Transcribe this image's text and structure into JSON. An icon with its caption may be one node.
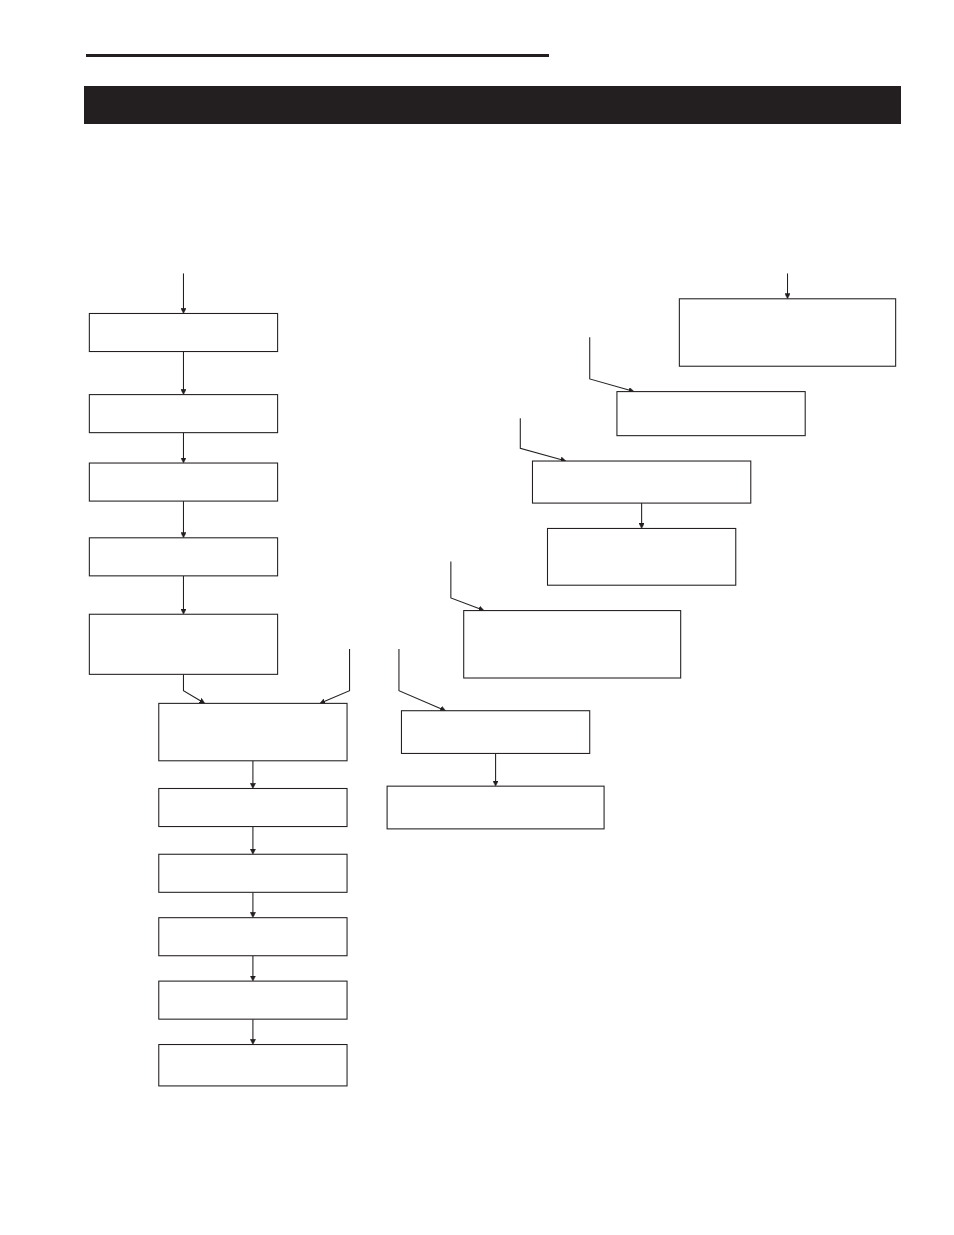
{
  "diagram": {
    "nodes": [
      {
        "text": [],
        "shape": "box"
      },
      {
        "text": [],
        "shape": "box"
      },
      {
        "text": [],
        "shape": "box"
      },
      {
        "text": [],
        "shape": "box"
      },
      {
        "text": [],
        "shape": "box"
      },
      {
        "text": [],
        "shape": "box"
      },
      {
        "text": [],
        "shape": "box"
      },
      {
        "text": [],
        "shape": "box"
      },
      {
        "text": [],
        "shape": "box"
      },
      {
        "text": [],
        "shape": "box"
      },
      {
        "text": [],
        "shape": "box"
      },
      {
        "text": [],
        "shape": "box"
      },
      {
        "text": [],
        "shape": "box"
      },
      {
        "text": [],
        "shape": "box"
      },
      {
        "text": [],
        "shape": "box"
      },
      {
        "text": [],
        "shape": "box"
      },
      {
        "text": [],
        "shape": "box"
      },
      {
        "text": [],
        "shape": "box"
      }
    ],
    "edges": [
      {
        "from": 10,
        "to": 0,
        "arrow": "to"
      },
      {
        "from": 0,
        "to": 1,
        "arrow": "to"
      },
      {
        "from": 1,
        "to": 2,
        "arrow": "to"
      },
      {
        "from": 2,
        "to": 3,
        "arrow": "to"
      },
      {
        "from": 3,
        "to": 4,
        "arrow": "to"
      },
      {
        "from": 4,
        "to": 5,
        "arrow": "to"
      },
      {
        "from": 5,
        "to": 6,
        "arrow": "to"
      },
      {
        "from": 6,
        "to": 7,
        "arrow": "to"
      },
      {
        "from": 7,
        "to": 8,
        "arrow": "to"
      },
      {
        "from": 8,
        "to": 9,
        "arrow": "to"
      },
      {
        "from": null,
        "to": 11,
        "arrow": "to"
      },
      {
        "from": null,
        "to": 12,
        "arrow": "to"
      },
      {
        "from": null,
        "to": 14,
        "arrow": "to"
      },
      {
        "from": 14,
        "to": 13,
        "arrow": "to"
      },
      {
        "from": null,
        "to": 10,
        "arrow": "to"
      },
      {
        "from": null,
        "to": 4,
        "arrow": "to"
      },
      {
        "from": null,
        "to": 17,
        "arrow": "to"
      },
      {
        "from": 17,
        "to": 16,
        "arrow": "to"
      },
      {
        "from": null,
        "to": 15,
        "arrow": "to"
      }
    ]
  }
}
